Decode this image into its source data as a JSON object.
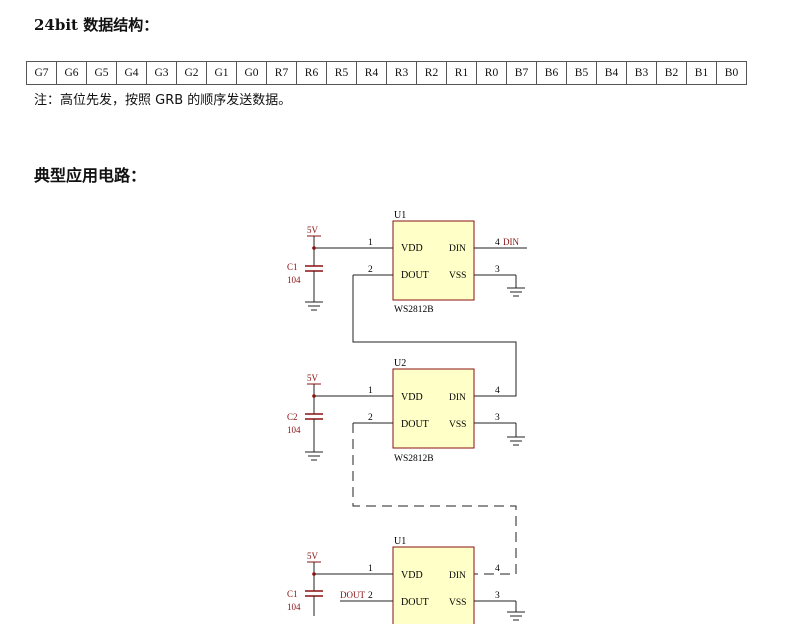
{
  "heading_data_structure": "24bit 数据结构：",
  "bits": [
    "G7",
    "G6",
    "G5",
    "G4",
    "G3",
    "G2",
    "G1",
    "G0",
    "R7",
    "R6",
    "R5",
    "R4",
    "R3",
    "R2",
    "R1",
    "R0",
    "B7",
    "B6",
    "B5",
    "B4",
    "B3",
    "B2",
    "B1",
    "B0"
  ],
  "note": "注：高位先发，按照 GRB 的顺序发送数据。",
  "heading_circuit": "典型应用电路：",
  "circuit": {
    "pin_vdd": "VDD",
    "pin_din": "DIN",
    "pin_dout": "DOUT",
    "pin_vss": "VSS",
    "pin1": "1",
    "pin2": "2",
    "pin3": "3",
    "pin4": "4",
    "supply": "5V",
    "cap_value": "104",
    "chips": [
      {
        "ref": "U1",
        "part": "WS2812B",
        "cap": "C1",
        "din_net": "DIN"
      },
      {
        "ref": "U2",
        "part": "WS2812B",
        "cap": "C2"
      },
      {
        "ref": "U1",
        "cap": "C1",
        "dout_net": "DOUT"
      }
    ]
  }
}
